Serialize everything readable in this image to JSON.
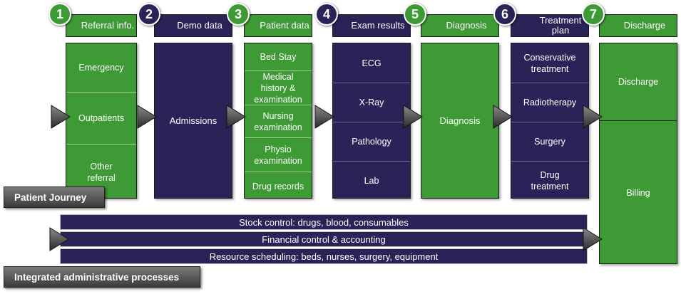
{
  "stages": [
    {
      "number": "1",
      "header": "Referral info.",
      "color": "green"
    },
    {
      "number": "2",
      "header": "Demo data",
      "color": "navy"
    },
    {
      "number": "3",
      "header": "Patient data",
      "color": "green"
    },
    {
      "number": "4",
      "header": "Exam results",
      "color": "navy"
    },
    {
      "number": "5",
      "header": "Diagnosis",
      "color": "green"
    },
    {
      "number": "6",
      "header": "Treatment plan",
      "color": "navy"
    },
    {
      "number": "7",
      "header": "Discharge",
      "color": "green"
    }
  ],
  "referral_items": [
    "Emergency",
    "Outpatients",
    "Other referral"
  ],
  "demo_item": "Admissions",
  "patient_items": [
    "Bed Stay",
    "Medical history & examination",
    "Nursing examination",
    "Physio examination",
    "Drug records"
  ],
  "exam_items": [
    "ECG",
    "X-Ray",
    "Pathology",
    "Lab"
  ],
  "diagnosis_item": "Diagnosis",
  "treatment_items": [
    "Conservative treatment",
    "Radiotherapy",
    "Surgery",
    "Drug treatment"
  ],
  "discharge_items": [
    "Discharge",
    "Billing"
  ],
  "journey_label": "Patient Journey",
  "admin_bars": [
    "Stock control: drugs, blood, consumables",
    "Financial control & accounting",
    "Resource scheduling: beds, nurses, surgery, equipment"
  ],
  "admin_label": "Integrated administrative processes",
  "colors": {
    "green": "#3e9a34",
    "navy": "#2a2358",
    "arrow": "#3c3c3c"
  }
}
